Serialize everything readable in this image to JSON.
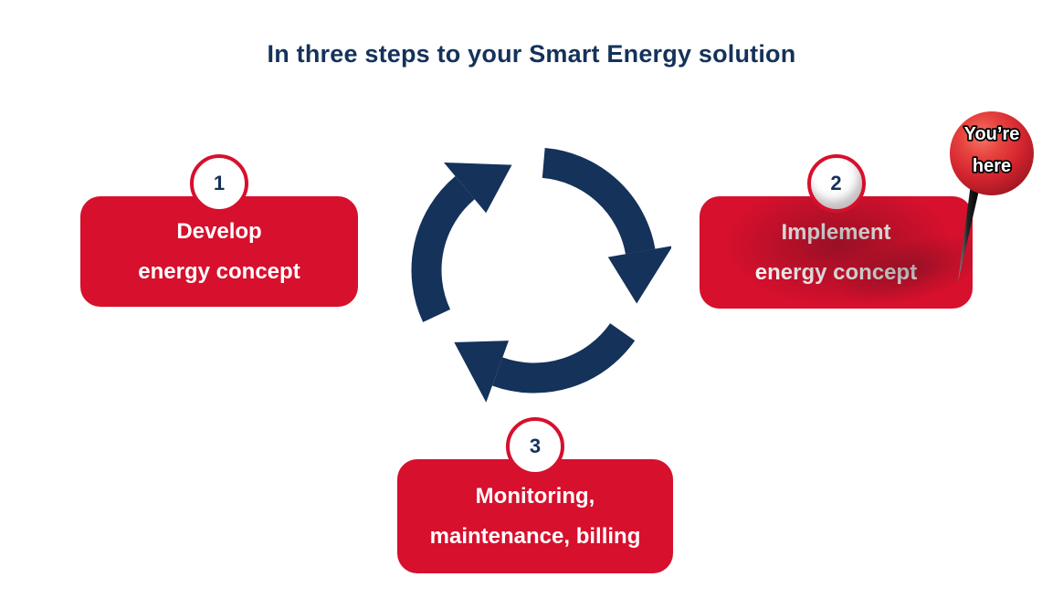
{
  "title": "In three steps to your Smart Energy solution",
  "colors": {
    "navy": "#14325A",
    "red": "#D6102D",
    "white": "#FFFFFF",
    "pin_ball_highlight": "#F4766A",
    "pin_ball_dark": "#8E1219"
  },
  "steps": [
    {
      "number": "1",
      "line1": "Develop",
      "line2": "energy concept"
    },
    {
      "number": "2",
      "line1": "Implement",
      "line2": "energy concept"
    },
    {
      "number": "3",
      "line1": "Monitoring,",
      "line2": "maintenance, billing"
    }
  ],
  "cycle_icon": "circular-arrows-clockwise",
  "pin": {
    "line1": "You’re",
    "line2": "here"
  }
}
